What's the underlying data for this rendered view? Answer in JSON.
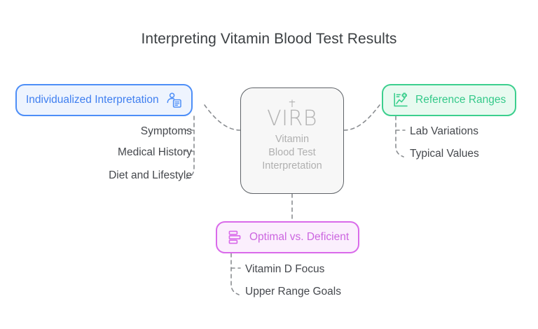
{
  "diagram": {
    "title": "Interpreting Vitamin Blood Test Results",
    "type": "mind-map",
    "center": {
      "logo_text": "VIRB",
      "logo_icon": "medical-cross-icon",
      "line1": "Vitamin",
      "line2": "Blood Test",
      "line3": "Interpretation",
      "border_color": "#5f6368",
      "fill_color": "#f7f7f7",
      "text_color": "#b0b0b0"
    },
    "branches": [
      {
        "id": "left",
        "label": "Individualized Interpretation",
        "icon": "person-document-icon",
        "position": "left",
        "accent_color": "#4d8ef7",
        "fill_color": "#eef4fe",
        "label_color": "#3f7ff0",
        "children": [
          "Symptoms",
          "Medical History",
          "Diet and Lifestyle"
        ]
      },
      {
        "id": "right",
        "label": "Reference Ranges",
        "icon": "chart-medical-icon",
        "position": "right",
        "accent_color": "#3ccf8e",
        "fill_color": "#e8faf0",
        "label_color": "#35c98a",
        "children": [
          "Lab Variations",
          "Typical Values"
        ]
      },
      {
        "id": "bottom",
        "label": "Optimal vs. Deficient",
        "icon": "stacked-bars-icon",
        "position": "bottom",
        "accent_color": "#d96aea",
        "fill_color": "#fbeffd",
        "label_color": "#cc66e0",
        "children": [
          "Vitamin D Focus",
          "Upper Range Goals"
        ]
      }
    ],
    "connector_style": {
      "color": "#8a8d91",
      "dash": "5 5",
      "width": 1.6
    },
    "background_color": "#ffffff",
    "title_color": "#3c4043"
  }
}
